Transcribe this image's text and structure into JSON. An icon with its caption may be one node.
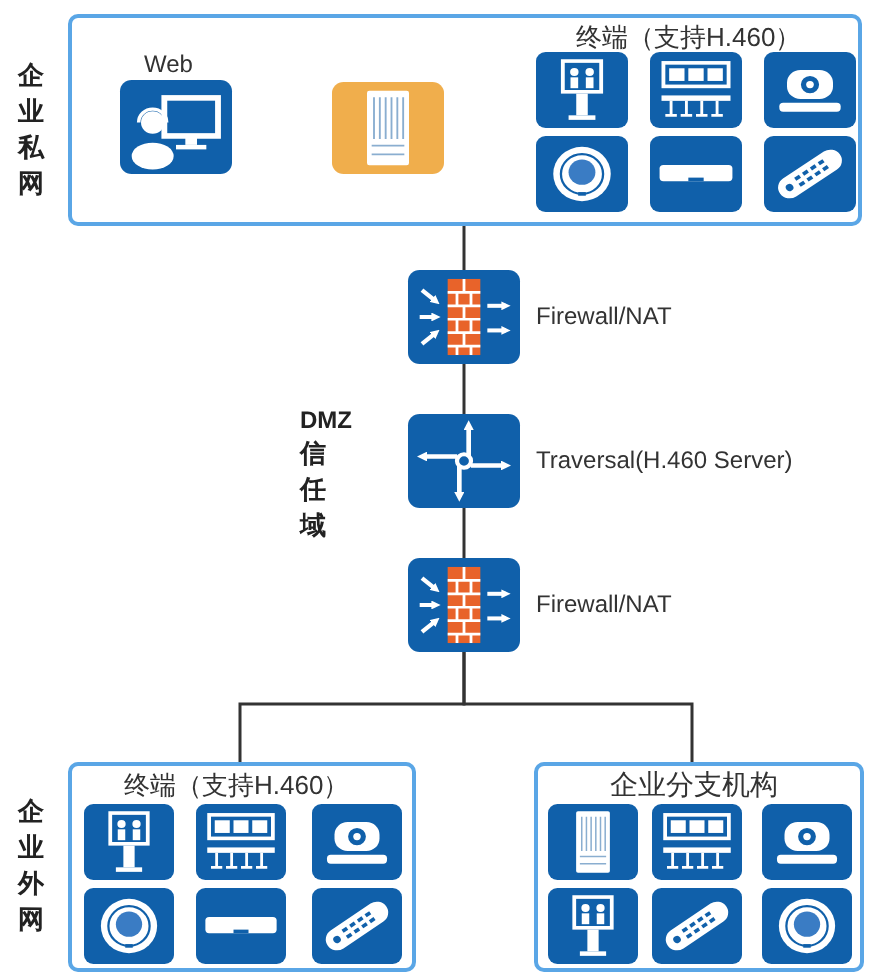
{
  "diagram": {
    "nodes": [
      {
        "text": [
          "企业私网"
        ]
      },
      {
        "text": [
          "Web"
        ],
        "in": 0
      },
      {
        "text": [],
        "shape": "box",
        "in": 0
      },
      {
        "text": [
          "Firewall/NAT"
        ]
      },
      {
        "text": [
          "Traversal(H.460 Server)"
        ]
      },
      {
        "text": [
          "Firewall/NAT"
        ]
      },
      {
        "text": [
          "企业外网",
          "终端（支持H.460）"
        ]
      },
      {
        "text": [
          "企业分支机构"
        ]
      }
    ],
    "edges": [
      {
        "from": 0,
        "to": 3,
        "arrow": "none"
      },
      {
        "from": 3,
        "to": 4,
        "arrow": "none"
      },
      {
        "from": 4,
        "to": 5,
        "arrow": "none"
      },
      {
        "from": 5,
        "to": 6,
        "arrow": "none"
      },
      {
        "from": 5,
        "to": 7,
        "arrow": "none"
      }
    ],
    "labels": [
      "终端（支持H.460）",
      "DMZ",
      "信任域"
    ]
  }
}
